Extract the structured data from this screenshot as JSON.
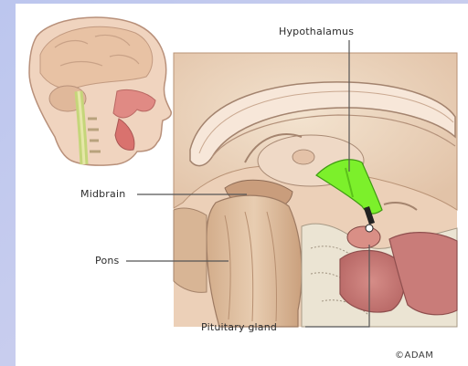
{
  "labels": {
    "hypothalamus": "Hypothalamus",
    "midbrain": "Midbrain",
    "pons": "Pons",
    "pituitary": "Pituitary gland"
  },
  "credit": "©ADAM",
  "colors": {
    "background": "#c2c9ec",
    "figure_background": "#ffffff",
    "highlight": "#7cf02b",
    "leader_line": "#555555"
  }
}
